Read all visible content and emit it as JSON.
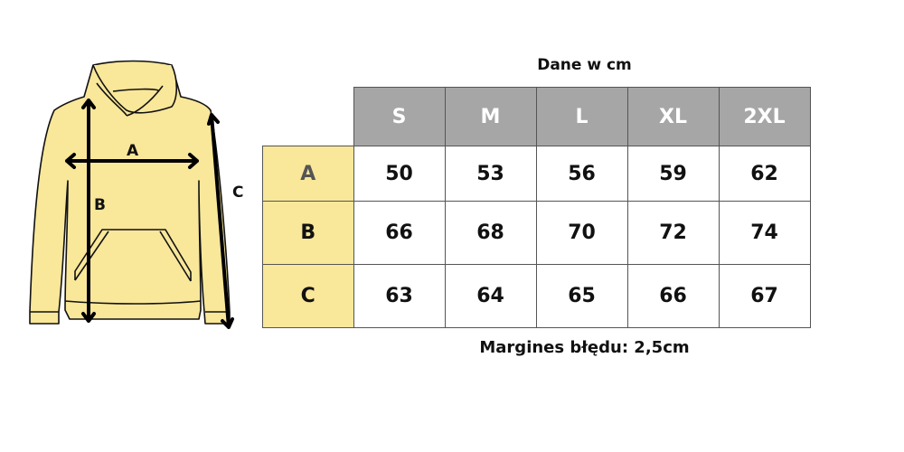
{
  "diagram": {
    "labels": {
      "a": "A",
      "b": "B",
      "c": "C"
    },
    "colors": {
      "garment": "#f9e79a",
      "outline": "#111111"
    }
  },
  "table": {
    "title": "Dane w cm",
    "sizes": [
      "S",
      "M",
      "L",
      "XL",
      "2XL"
    ],
    "rows": [
      {
        "label": "A",
        "values": [
          "50",
          "53",
          "56",
          "59",
          "62"
        ]
      },
      {
        "label": "B",
        "values": [
          "66",
          "68",
          "70",
          "72",
          "74"
        ]
      },
      {
        "label": "C",
        "values": [
          "63",
          "64",
          "65",
          "66",
          "67"
        ]
      }
    ],
    "colors": {
      "header": "#a6a6a6",
      "row_label": "#f9e79a"
    }
  },
  "note": "Margines błędu: 2,5cm"
}
